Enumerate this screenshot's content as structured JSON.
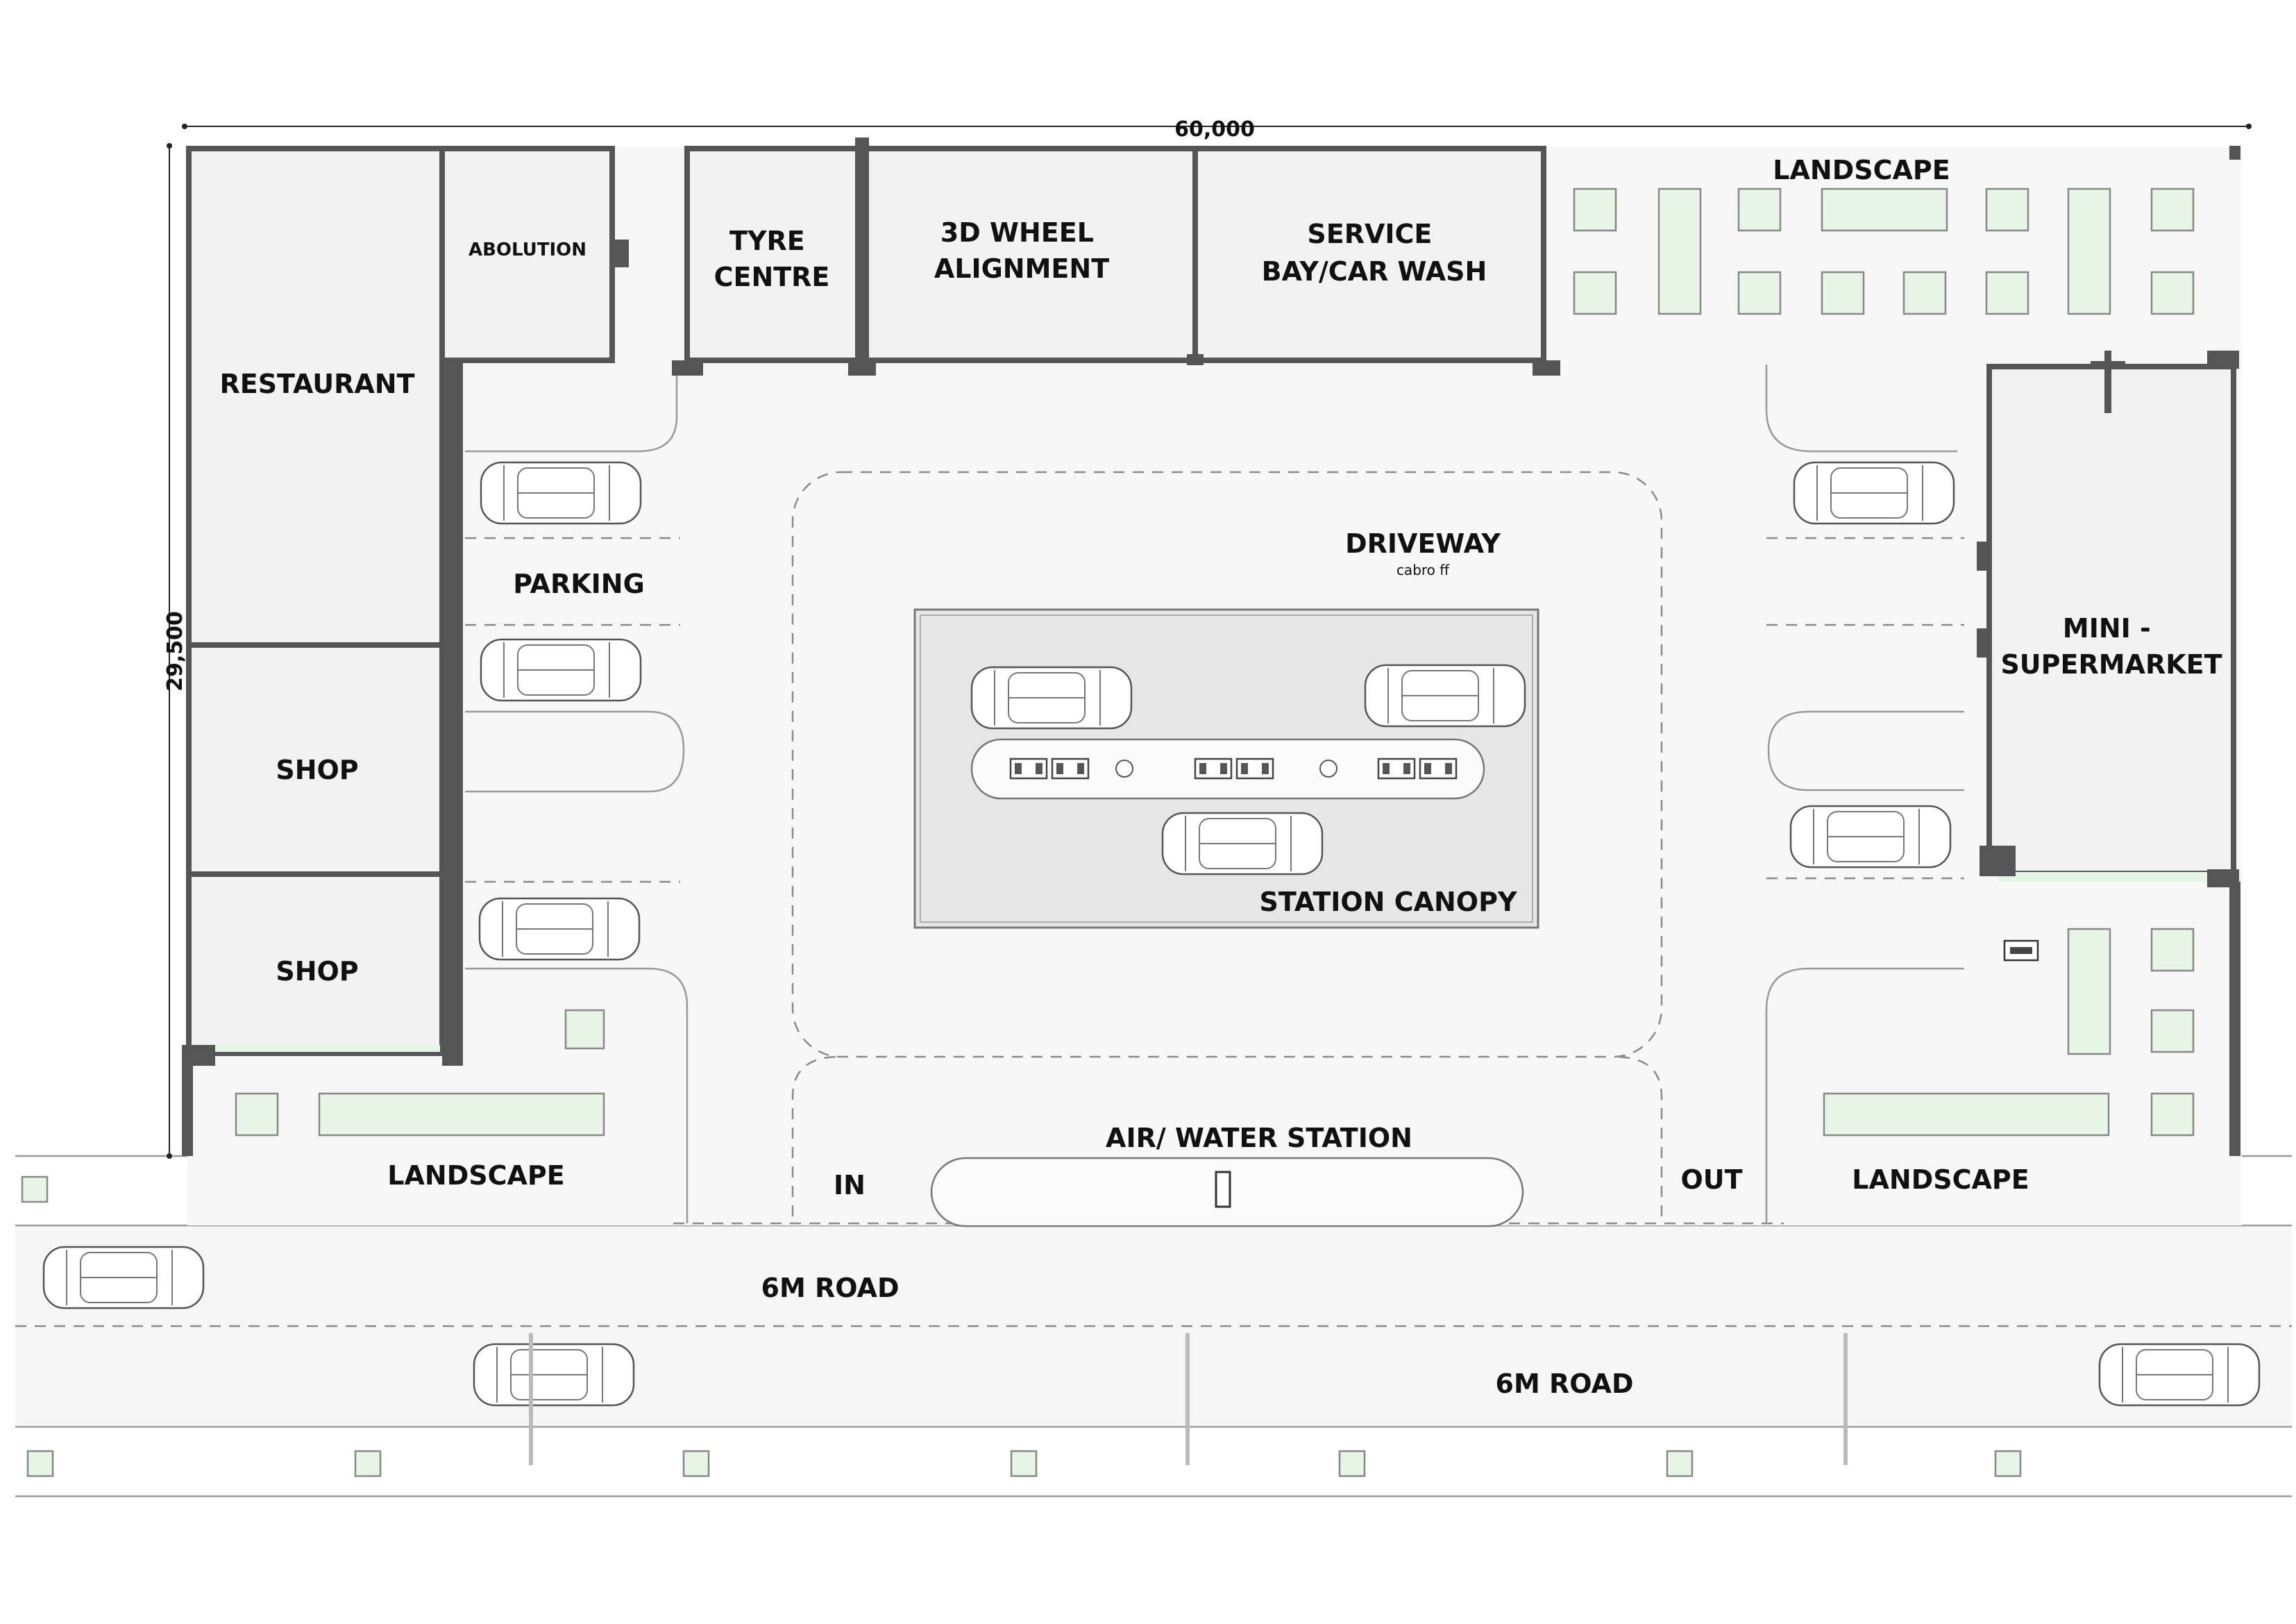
{
  "dimensions": {
    "width": "60,000",
    "height": "29,500"
  },
  "rooms": {
    "restaurant": "RESTAURANT",
    "abolution": "ABOLUTION",
    "shop_upper": "SHOP",
    "shop_lower": "SHOP",
    "tyre_centre": [
      "TYRE",
      "CENTRE"
    ],
    "wheel_alignment": [
      "3D WHEEL",
      "ALIGNMENT"
    ],
    "service_bay": [
      "SERVICE",
      "BAY/CAR WASH"
    ],
    "mini_supermarket": [
      "MINI -",
      "SUPERMARKET"
    ]
  },
  "site": {
    "landscape_top": "LANDSCAPE",
    "landscape_left": "LANDSCAPE",
    "landscape_right": "LANDSCAPE",
    "parking": "PARKING",
    "driveway": "DRIVEWAY",
    "driveway_note": "cabro ff",
    "station_canopy": "STATION CANOPY",
    "air_water_station": "AIR/ WATER STATION",
    "entry": "IN",
    "exit": "OUT",
    "road_upper": "6M ROAD",
    "road_lower": "6M ROAD"
  }
}
